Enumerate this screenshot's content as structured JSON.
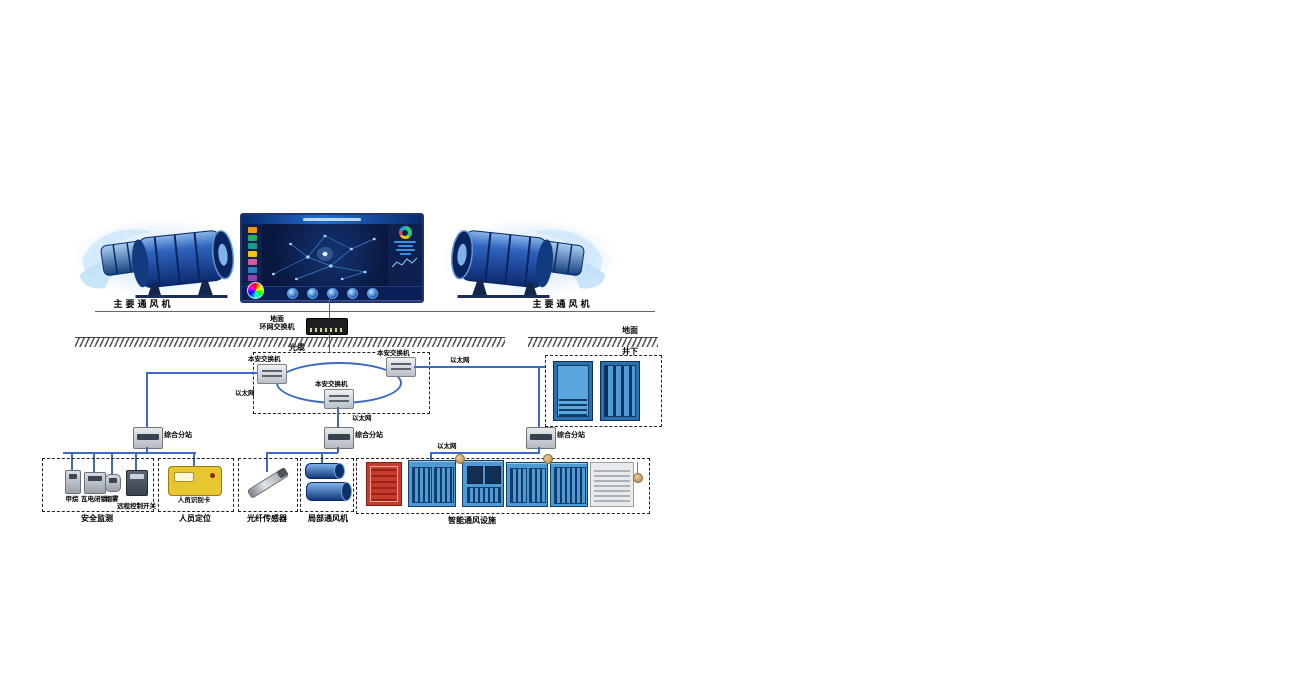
{
  "colors": {
    "connector_blue": "#3f6bbf",
    "screen_bg": "#0a1840",
    "device_blue": "#4e9ad4",
    "alarm_red": "#c83a2c",
    "card_yellow": "#e7c62f"
  },
  "top": {
    "main_fan_label": "主要通风机"
  },
  "network": {
    "ground_switch_line1": "地面",
    "ground_switch_line2": "环网交换机",
    "optical_cable": "光缆",
    "surface": "地面",
    "underground": "井下",
    "ring_switch": "本安交换机",
    "ethernet": "以太网",
    "substation": "综合分站"
  },
  "groups": {
    "safety": {
      "title": "安全监测",
      "devices": [
        "甲烷",
        "瓦电闭锁",
        "烟雾",
        "远程控制开关"
      ]
    },
    "personnel": {
      "title": "人员定位",
      "device": "人员识别卡"
    },
    "fiber": {
      "title": "光纤传感器"
    },
    "local_fan": {
      "title": "局部通风机"
    },
    "smart": {
      "title": "智能通风设施"
    }
  }
}
